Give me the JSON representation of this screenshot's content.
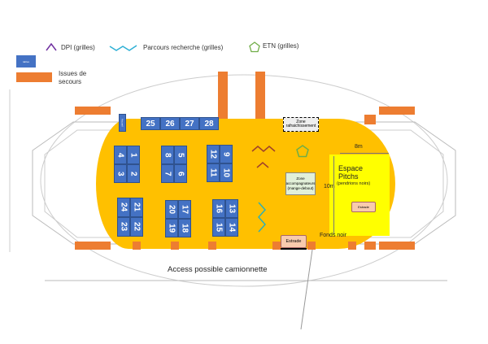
{
  "legend": {
    "dpi": "DPI (grilles)",
    "parcours": "Parcours recherche (grilles)",
    "etn": "ETN (grilles)",
    "tables_box": "tables",
    "exits": "Issues de secours"
  },
  "colors": {
    "floor": "#ffc000",
    "table": "#4472c4",
    "exit": "#ed7d31",
    "pitch": "#ffff00",
    "estrade": "#f8cbad",
    "zone": "#e2f0d9",
    "dpi": "#a0412a",
    "parcours": "#2eb0b5",
    "etn": "#70ad47"
  },
  "tables": [
    "1",
    "2",
    "3",
    "4",
    "5",
    "6",
    "7",
    "8",
    "9",
    "10",
    "11",
    "12",
    "13",
    "14",
    "15",
    "16",
    "17",
    "18",
    "19",
    "20",
    "21",
    "22",
    "23",
    "24",
    "25",
    "26",
    "27",
    "28"
  ],
  "accueil": "Accueil",
  "zones": {
    "rafraichissement": "Zone rafraichissement",
    "accompagnateurs": "Zone accompagnateurs (mange-debout)",
    "pitch_title": "Espace Pitchs",
    "pitch_sub": "(pendrions noirs)",
    "pitch_width": "8m",
    "pitch_height": "10m",
    "estrade": "Estrade",
    "estrade_small": "Estrade",
    "fonds_noir": "Fonds noir"
  },
  "access": "Access possible camionnette"
}
